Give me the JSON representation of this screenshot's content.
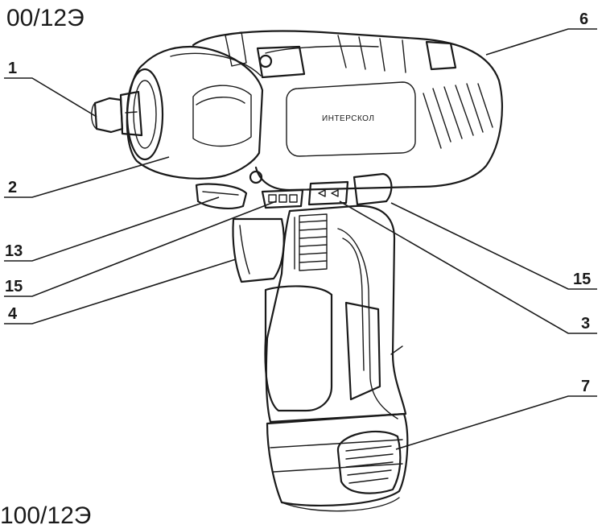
{
  "captions": {
    "top": "00/12Э",
    "bottom": "100/12Э"
  },
  "logo": {
    "brand": "ИНТЕРСКОЛ"
  },
  "callouts": [
    {
      "id": "c1",
      "label": "1"
    },
    {
      "id": "c2",
      "label": "2"
    },
    {
      "id": "c13",
      "label": "13"
    },
    {
      "id": "c15a",
      "label": "15"
    },
    {
      "id": "c4",
      "label": "4"
    },
    {
      "id": "c6",
      "label": "6"
    },
    {
      "id": "c15b",
      "label": "15"
    },
    {
      "id": "c3",
      "label": "3"
    },
    {
      "id": "c7",
      "label": "7"
    }
  ],
  "colors": {
    "line": "#1a1a1a",
    "background": "#ffffff"
  }
}
